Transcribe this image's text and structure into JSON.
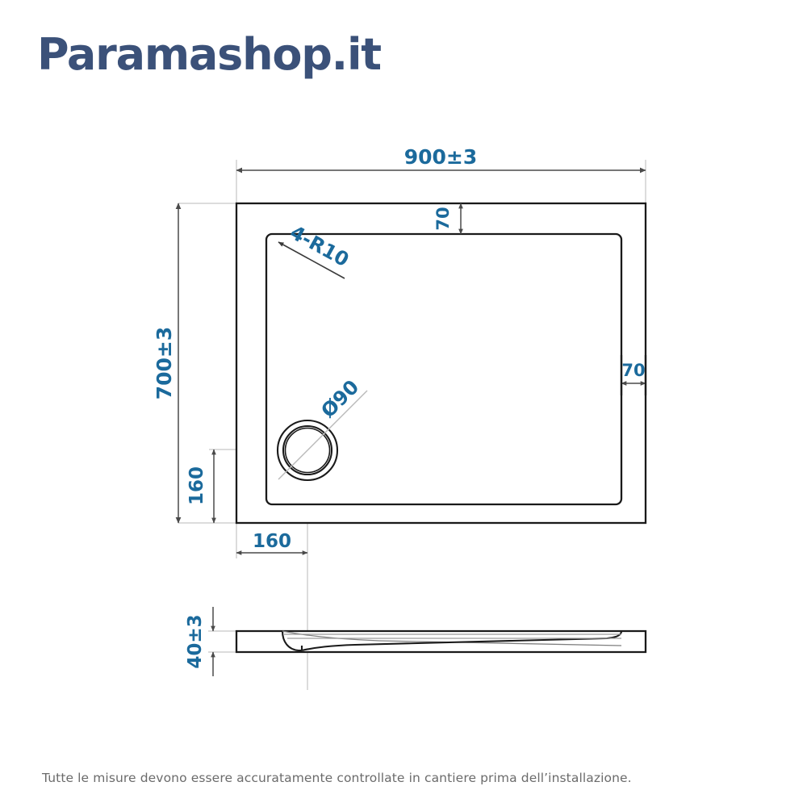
{
  "logo": {
    "text": "Paramashop.it",
    "color": "#3b5179"
  },
  "caption": {
    "text": "Tutte le misure devono essere accuratamente controllate in cantiere prima dell’installazione.",
    "color": "#6b6b6b"
  },
  "drawing": {
    "title": "Shower tray technical drawing",
    "dimension_color": "#1b6a9c",
    "outline_color": "#1a1a1a",
    "construction_color": "#b9b9b9",
    "arrow_color": "#4a4a4a",
    "plan_view": {
      "name": "plan-view",
      "overall_width": "900±3",
      "overall_depth": "700±3",
      "rim_top": "70",
      "rim_right": "70",
      "corner_radius_note": "4-R10",
      "drain_diameter": "Ø90",
      "drain_offset_x": "160",
      "drain_offset_y": "160"
    },
    "section_view": {
      "name": "section-view",
      "thickness": "40±3"
    },
    "labels": {
      "width": "900±3",
      "depth": "700±3",
      "rim_top": "70",
      "rim_right": "70",
      "radius": "4-R10",
      "drain": "Ø90",
      "drain_x": "160",
      "drain_y": "160",
      "thickness": "40±3"
    }
  }
}
